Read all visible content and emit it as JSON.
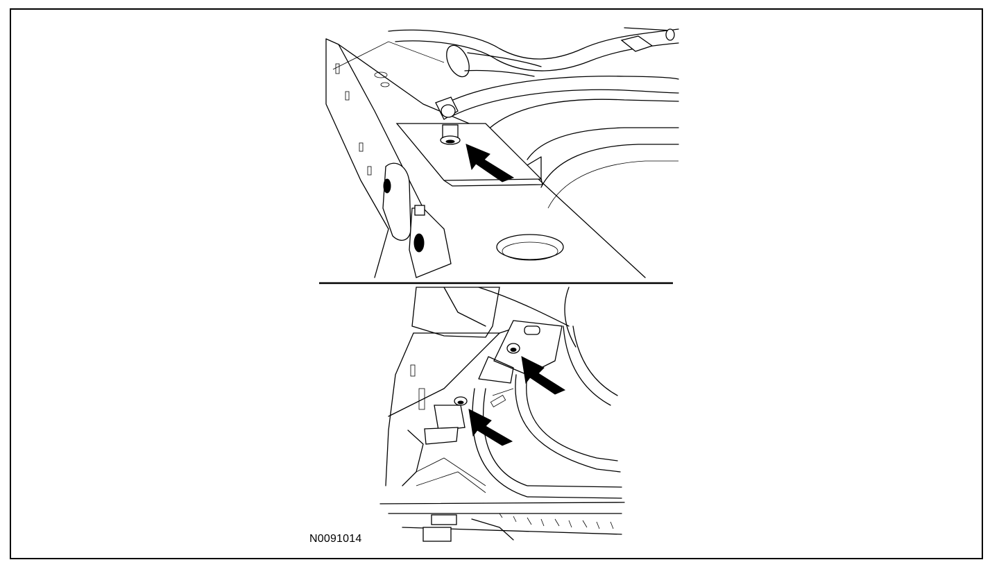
{
  "figure": {
    "id_label": "N0091014",
    "callouts": [
      {
        "panel": "upper",
        "icon": "arrow-icon"
      },
      {
        "panel": "lower",
        "icon": "arrow-icon"
      },
      {
        "panel": "lower",
        "icon": "arrow-icon"
      }
    ]
  },
  "colors": {
    "line": "#000000",
    "background": "#ffffff"
  }
}
